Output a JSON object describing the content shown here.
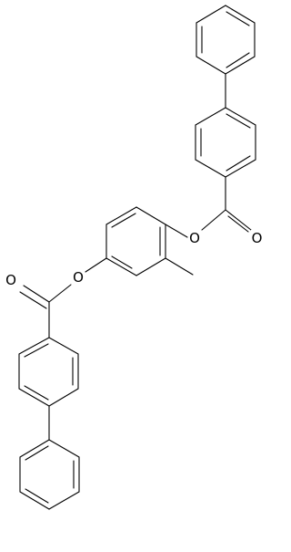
{
  "structure": {
    "atom_labels": {
      "O_upper_ester": "O",
      "O_upper_carbonyl": "O",
      "O_lower_ester": "O",
      "O_lower_carbonyl": "O"
    },
    "stroke_color": "#000000",
    "background_color": "#ffffff"
  }
}
